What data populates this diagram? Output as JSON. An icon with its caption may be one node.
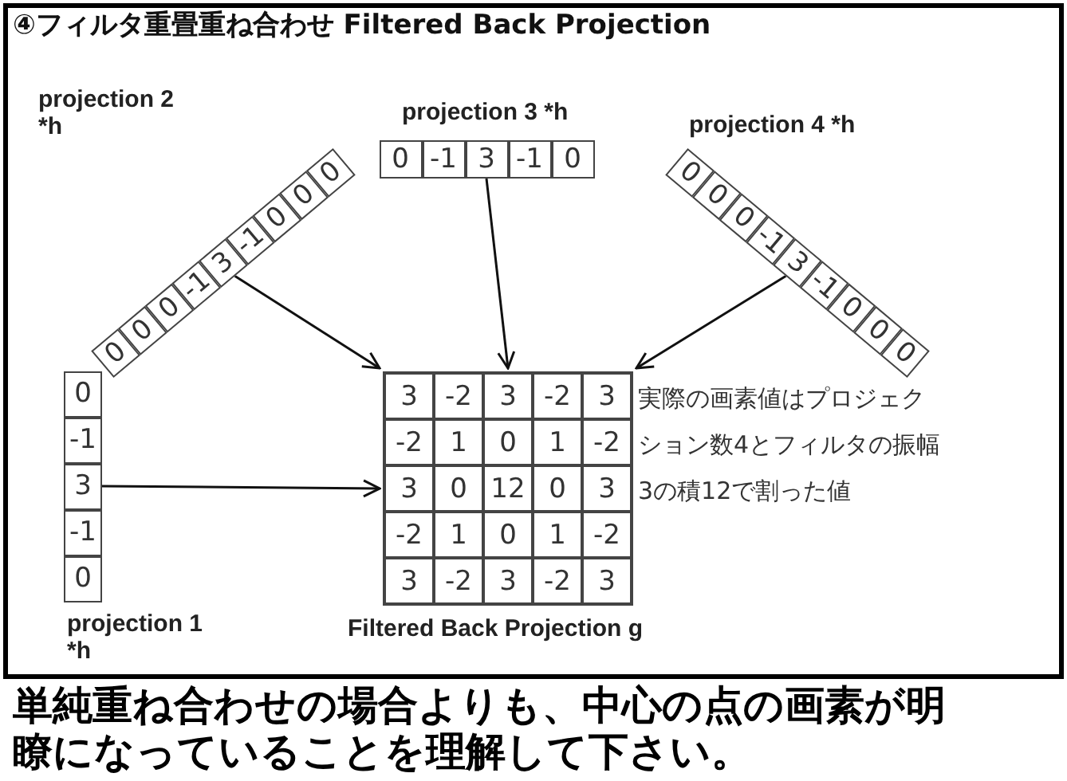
{
  "diagram": {
    "title": "④フィルタ重畳重ね合わせ Filtered Back Projection",
    "nodes": [
      {
        "text": [
          "0",
          "-1",
          "3",
          "-1",
          "0"
        ],
        "beside": [
          "projection 3 *h"
        ]
      },
      {
        "text": [
          "0",
          "0",
          "0",
          "-1",
          "3",
          "-1",
          "0",
          "0",
          "0"
        ],
        "beside": [
          "projection 2 *h"
        ]
      },
      {
        "text": [
          "0",
          "0",
          "0",
          "-1",
          "3",
          "-1",
          "0",
          "0",
          "0"
        ],
        "beside": [
          "projection 4 *h"
        ]
      },
      {
        "text": [
          "0",
          "-1",
          "3",
          "-1",
          "0"
        ],
        "beside": [
          "projection 1 *h"
        ]
      },
      {
        "text": [
          "3",
          "-2",
          "3",
          "-2",
          "3",
          "-2",
          "1",
          "0",
          "1",
          "-2",
          "3",
          "0",
          "12",
          "0",
          "3",
          "-2",
          "1",
          "0",
          "1",
          "-2",
          "3",
          "-2",
          "3",
          "-2",
          "3"
        ],
        "beside": [
          "Filtered Back Projection g"
        ]
      }
    ],
    "edges": [
      {
        "from": 0,
        "to": 4,
        "arrow": "to"
      },
      {
        "from": 1,
        "to": 4,
        "arrow": "to"
      },
      {
        "from": 2,
        "to": 4,
        "arrow": "to"
      },
      {
        "from": 3,
        "to": 4,
        "arrow": "to"
      }
    ],
    "labels": [
      "実際の画素値はプロジェクション数4とフィルタの振幅3の積12で割った値"
    ],
    "caption": "単純重ね合わせの場合よりも、中心の点の画素が明瞭になっていることを理解して下さい。"
  }
}
